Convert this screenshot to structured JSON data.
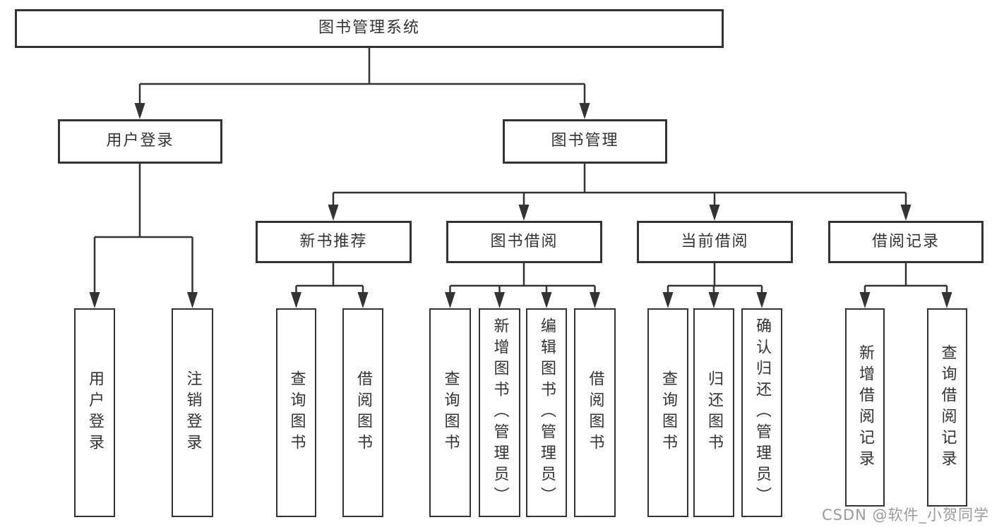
{
  "tree": {
    "label": "图书管理系统",
    "children": [
      {
        "label": "用户登录",
        "children": [
          {
            "label": "用户登录"
          },
          {
            "label": "注销登录"
          }
        ]
      },
      {
        "label": "图书管理",
        "children": [
          {
            "label": "新书推荐",
            "children": [
              {
                "label": "查询图书"
              },
              {
                "label": "借阅图书"
              }
            ]
          },
          {
            "label": "图书借阅",
            "children": [
              {
                "label": "查询图书"
              },
              {
                "label": "新增图书（管理员）"
              },
              {
                "label": "编辑图书（管理员）"
              },
              {
                "label": "借阅图书"
              }
            ]
          },
          {
            "label": "当前借阅",
            "children": [
              {
                "label": "查询图书"
              },
              {
                "label": "归还图书"
              },
              {
                "label": "确认归还（管理员）"
              }
            ]
          },
          {
            "label": "借阅记录",
            "children": [
              {
                "label": "新增借阅记录"
              },
              {
                "label": "查询借阅记录"
              }
            ]
          }
        ]
      }
    ]
  },
  "watermark": {
    "text": "CSDN @软件_小贺同学"
  },
  "colors": {
    "line": "#333333",
    "box_border": "#333333",
    "text": "#333333",
    "watermark": "#9b9b9b",
    "background": "#ffffff"
  }
}
